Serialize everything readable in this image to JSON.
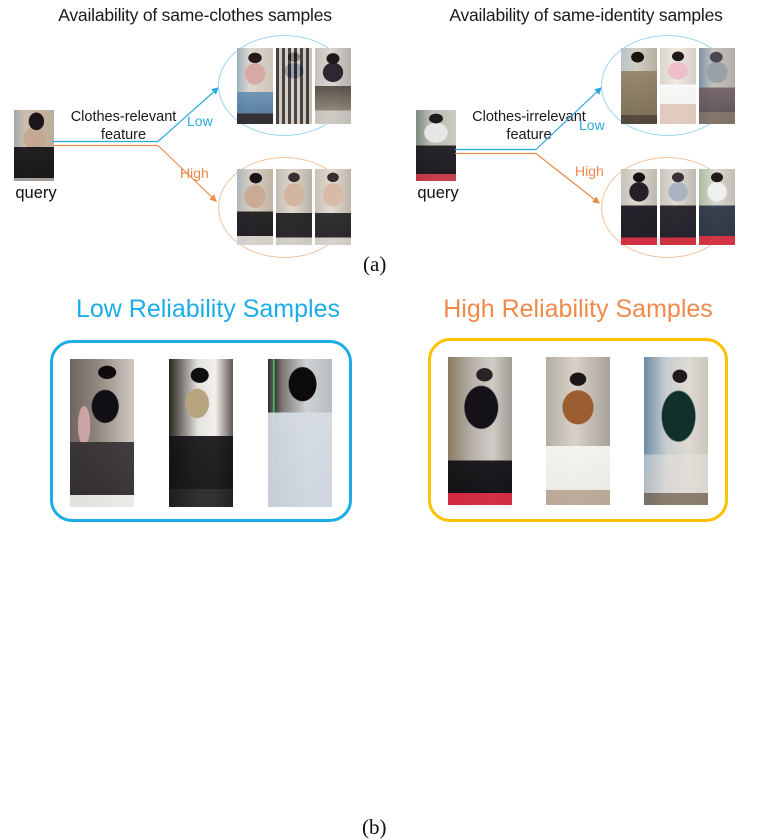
{
  "figure": {
    "panel_a_letter": "(a)",
    "panel_b_letter": "(b)"
  },
  "panel_a": {
    "left": {
      "title": "Availability of same-clothes samples",
      "query_label": "query",
      "feature_label": "Clothes-relevant feature",
      "branch_low_label": "Low",
      "branch_high_label": "High",
      "low_cluster_caption": "",
      "high_cluster_caption": ""
    },
    "right": {
      "title": "Availability of same-identity samples",
      "query_label": "query",
      "feature_label": "Clothes-irrelevant feature",
      "branch_low_label": "Low",
      "branch_high_label": "High",
      "low_cluster_caption": "",
      "high_cluster_caption": ""
    }
  },
  "panel_b": {
    "low": {
      "title": "Low Reliability Samples",
      "accent": "#1CADE8"
    },
    "high": {
      "title": "High Reliability Samples",
      "accent": "#FFC000"
    }
  },
  "colors": {
    "low_blue": "#2BA9DF",
    "high_orange": "#ED8B4A",
    "title_blue": "#1CADE8",
    "title_orange": "#F08A4B",
    "box_yellow": "#FFC000",
    "text_black": "#1a1a1a"
  }
}
